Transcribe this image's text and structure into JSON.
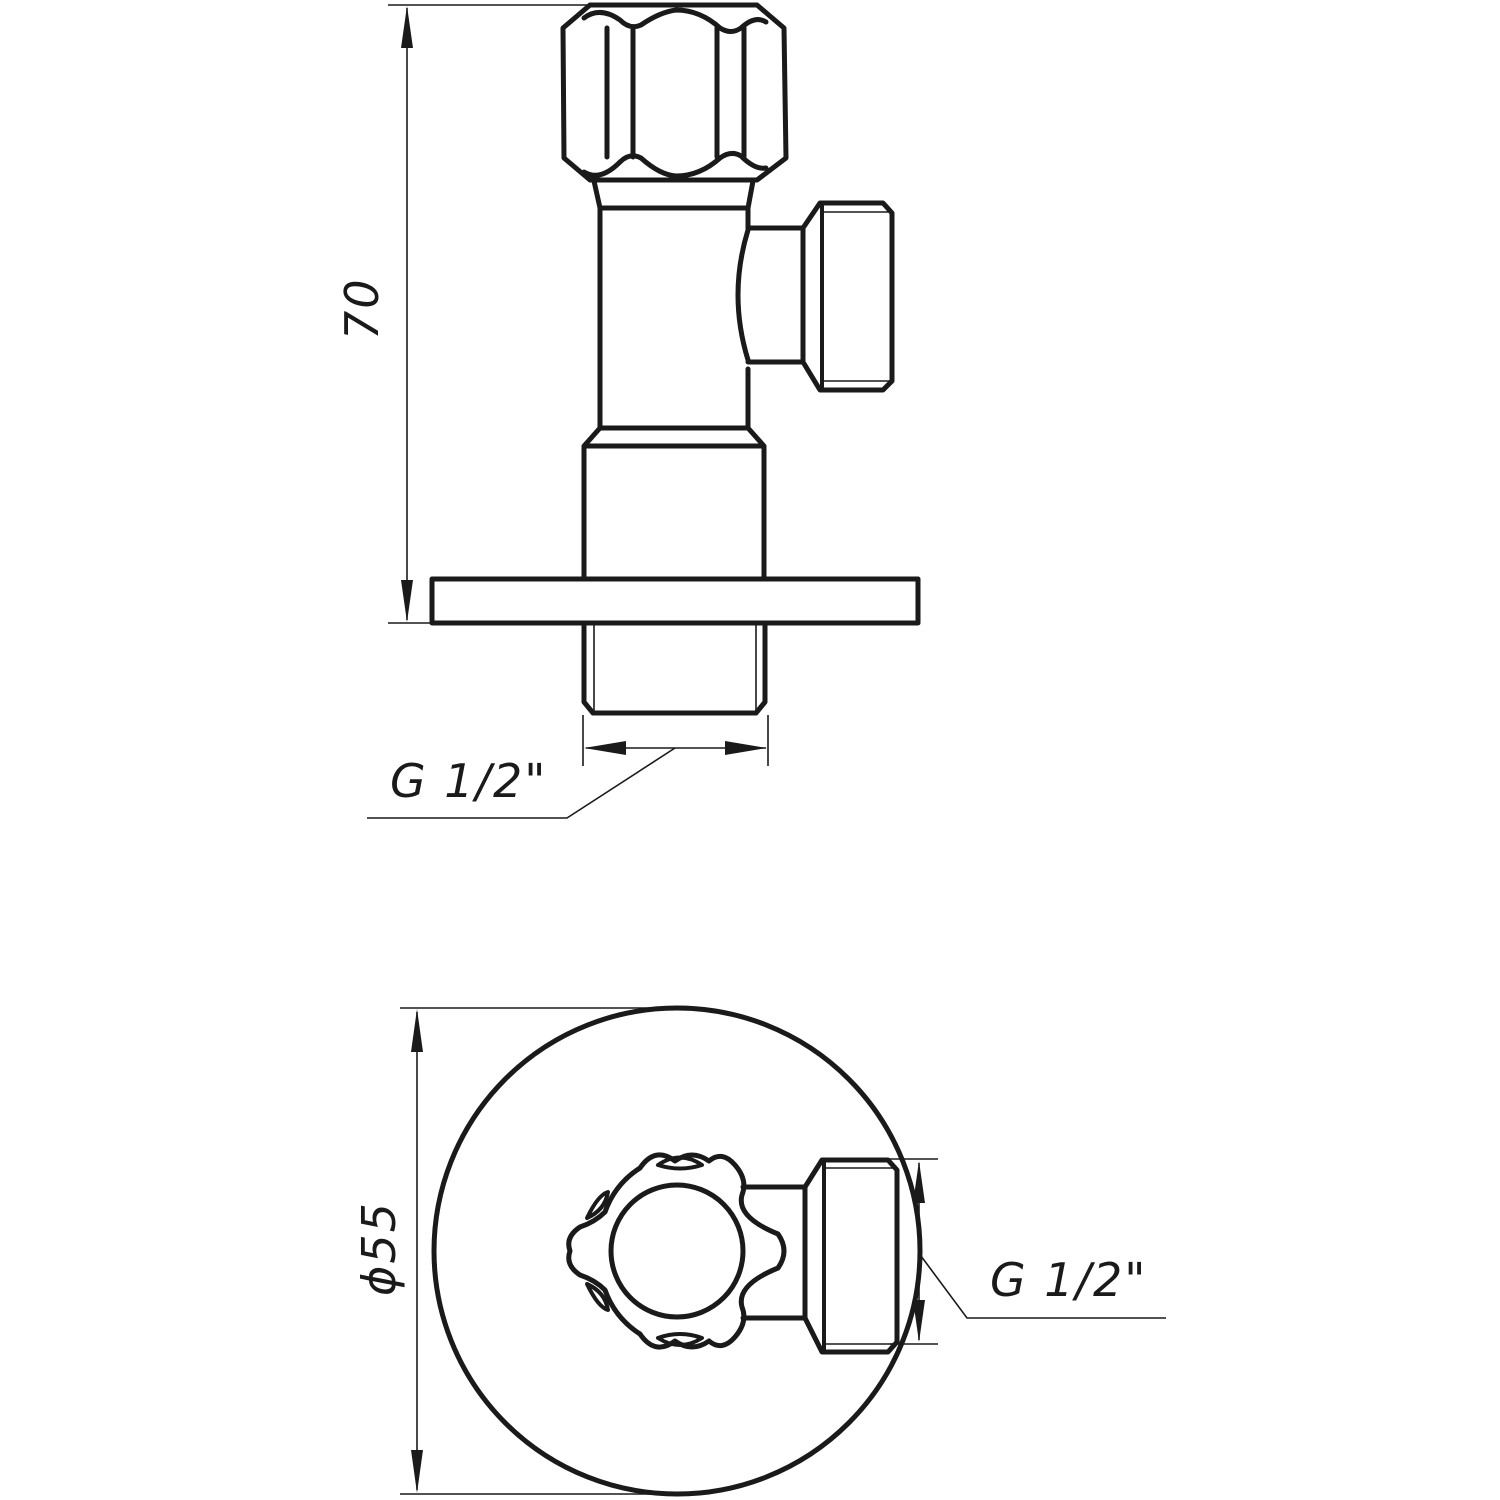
{
  "drawing": {
    "subject": "angle valve technical drawing",
    "views": [
      {
        "name": "side-view",
        "dimensions": {
          "height_label": "70",
          "thread_label": "G 1/2\""
        }
      },
      {
        "name": "top-view",
        "dimensions": {
          "diameter_label": "ϕ55",
          "thread_label": "G 1/2\""
        }
      }
    ],
    "colors": {
      "line": "#1a1a1a",
      "background": "#ffffff"
    }
  }
}
